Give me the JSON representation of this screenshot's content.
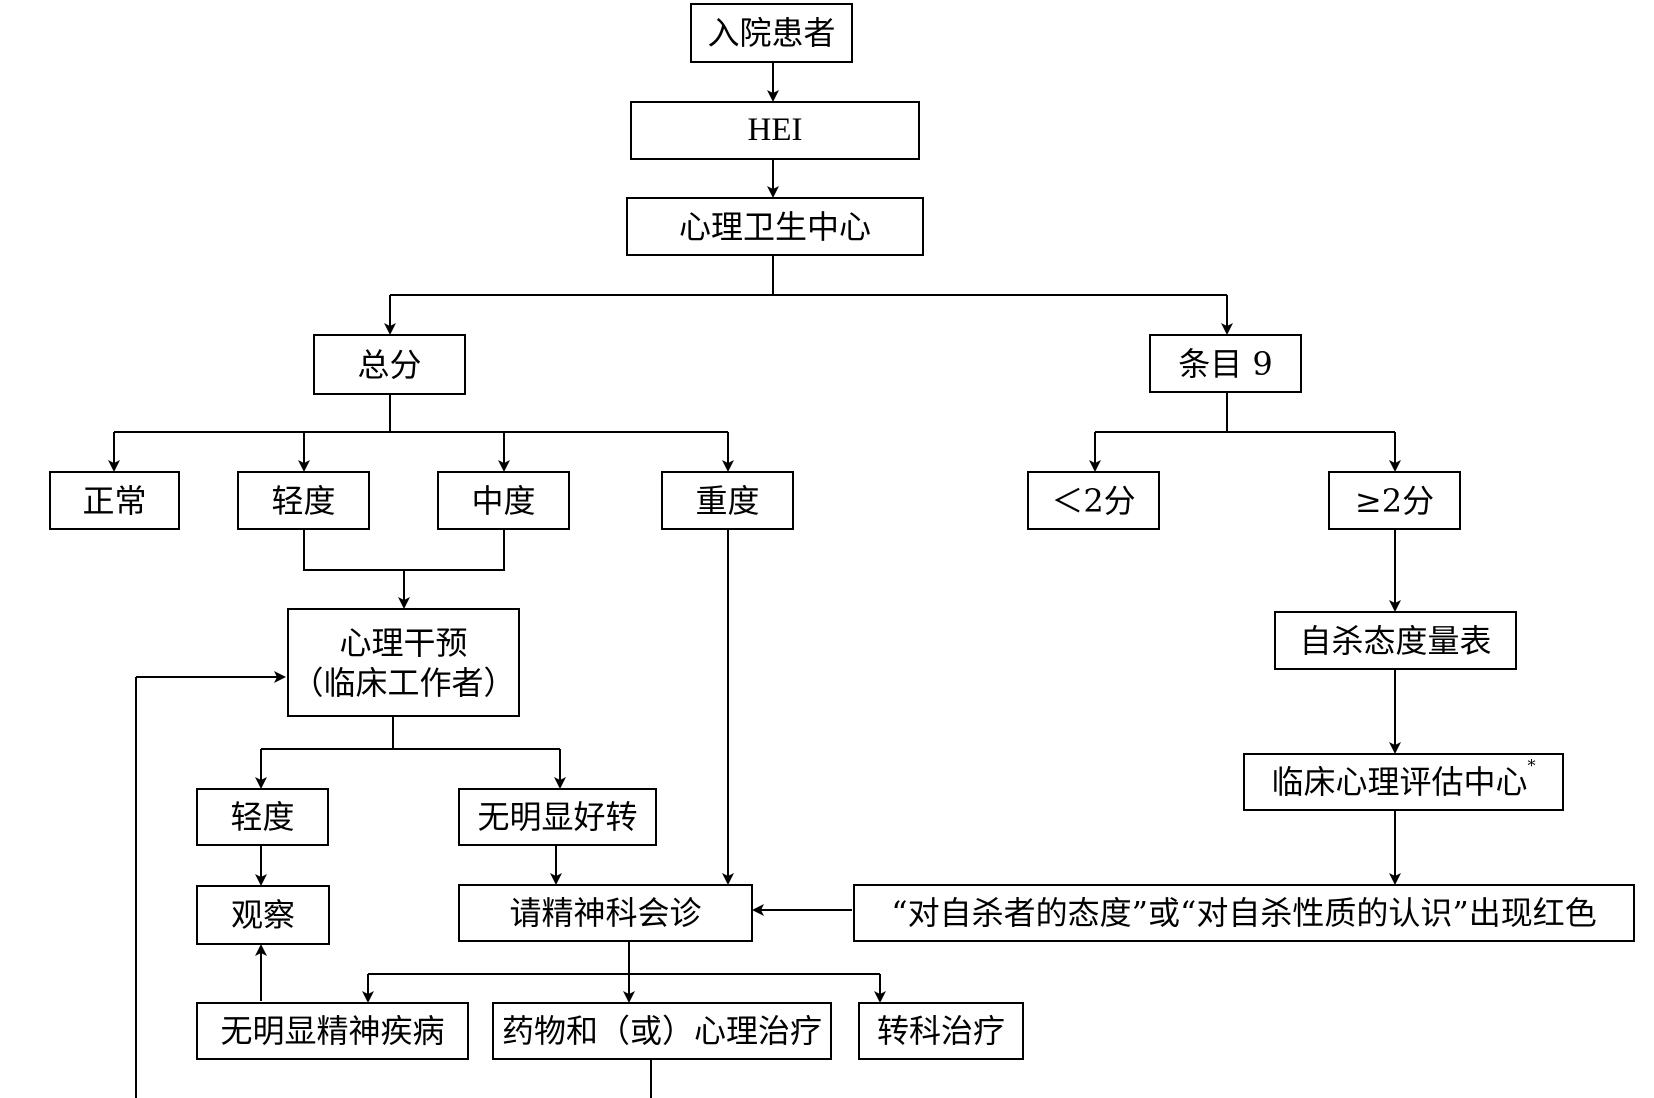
{
  "diagram": {
    "nodes": {
      "admitted": "入院患者",
      "hei": "HEI",
      "mental_center": "心理卫生中心",
      "total_score": "总分",
      "item9": "条目 9",
      "normal": "正常",
      "mild": "轻度",
      "moderate": "中度",
      "severe": "重度",
      "lt2": "＜2分",
      "ge2": "≥2分",
      "intervention_line1": "心理干预",
      "intervention_line2": "（临床工作者）",
      "mild_after": "轻度",
      "no_improvement": "无明显好转",
      "observe": "观察",
      "psych_consult": "请精神科会诊",
      "suicide_scale": "自杀态度量表",
      "assessment_center": "临床心理评估中心",
      "assessment_center_mark": "*",
      "red_flag": "“对自杀者的态度”或“对自杀性质的认识”出现红色",
      "no_disorder": "无明显精神疾病",
      "medication": "药物和（或）心理治疗",
      "transfer": "转科治疗"
    }
  }
}
